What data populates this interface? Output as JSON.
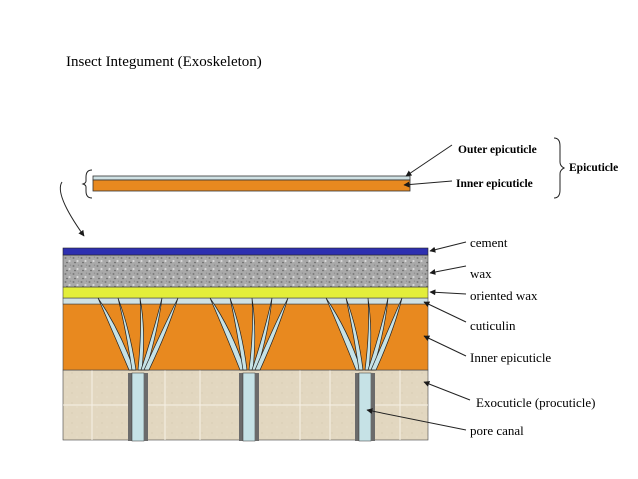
{
  "title": "Insect Integument (Exoskeleton)",
  "upper_labels": {
    "outer_epicuticle": "Outer epicuticle",
    "inner_epicuticle": "Inner epicuticle",
    "epicuticle": "Epicuticle"
  },
  "layer_labels": {
    "cement": "cement",
    "wax": "wax",
    "oriented_wax": "oriented wax",
    "cuticulin": "cuticulin",
    "inner_epicuticle": "Inner epicuticle",
    "exocuticle": "Exocuticle (procuticle)",
    "pore_canal": "pore canal"
  },
  "colors": {
    "cement": "#2d2fb0",
    "wax": "#b3b3b3",
    "oriented_wax": "#e3ee3a",
    "cuticulin": "#cfe1e4",
    "inner_epicuticle": "#e8891f",
    "exocuticle": "#e3d8c2",
    "pore_canal": "#c6e2e6",
    "pore_wall": "#6b6b6b",
    "line": "#222222"
  }
}
